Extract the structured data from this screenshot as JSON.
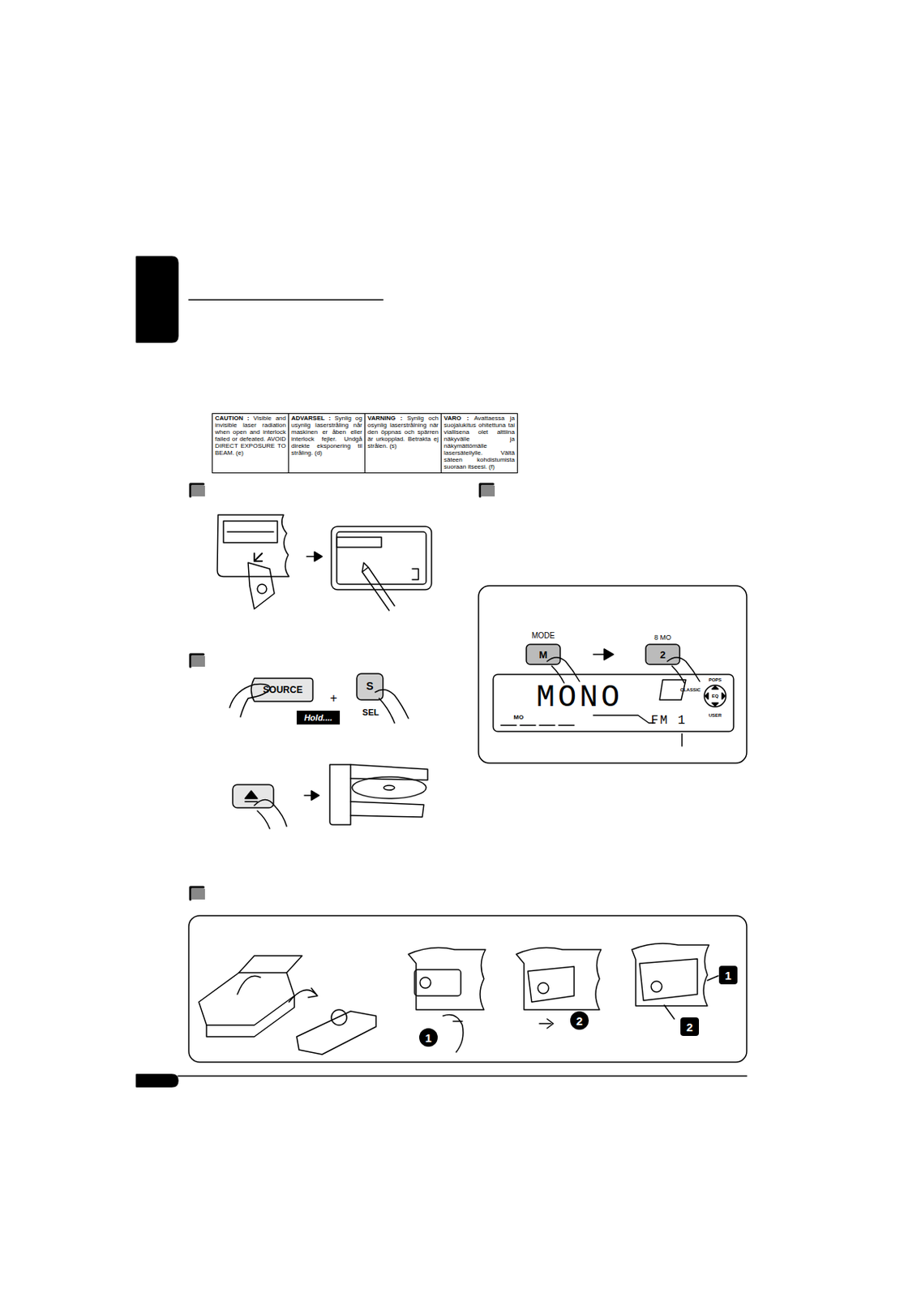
{
  "diagram": {
    "nodes": [
      {
        "text": [
          "CAUTION :",
          "Visible and invisible laser radiation when open and interlock failed or defeated. AVOID DIRECT EXPOSURE TO BEAM. (e)"
        ]
      },
      {
        "text": [
          "ADVARSEL :",
          "Synlig og usynlig laserstråling når maskinen er åben eller interlock fejler. Undgå direkte eksponering til stråling. (d)"
        ]
      },
      {
        "text": [
          "VARNING :",
          "Synlig och osynlig laserstrålning när den öppnas och spärren är urkopplad. Betrakta ej strålen. (s)"
        ]
      },
      {
        "text": [
          "VARO :",
          "Avattaessa ja suojalukitus ohitettuna tai viallisena olet alttiina näkyvälle ja näkymättömälle lasersäteilylle. Vältä säteen kohdistumista suoraan itseesi. (f)"
        ]
      }
    ],
    "labels": [
      "SOURCE",
      "Hold....",
      "+",
      "S",
      "SEL",
      "MODE",
      "M",
      "8 MO",
      "2",
      "MONO",
      "MO",
      "FM 1",
      "POPS",
      "CLASSIC",
      "EQ",
      "USER",
      "1",
      "2",
      "1",
      "2"
    ]
  }
}
